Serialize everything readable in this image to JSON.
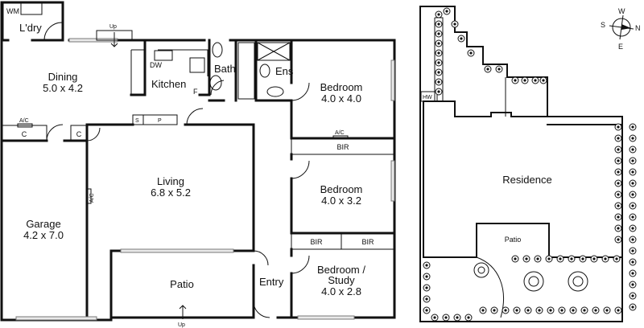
{
  "floorplan": {
    "rooms": {
      "laundry": "L'dry",
      "dining": "Dining",
      "dining_dims": "5.0 x 4.2",
      "kitchen": "Kitchen",
      "bath": "Bath",
      "ensuite": "Ens",
      "bedroom1": "Bedroom",
      "bedroom1_dims": "4.0 x 4.0",
      "living": "Living",
      "living_dims": "6.8 x 5.2",
      "bedroom2": "Bedroom",
      "bedroom2_dims": "4.0 x 3.2",
      "garage": "Garage",
      "garage_dims": "4.2 x 7.0",
      "patio": "Patio",
      "entry": "Entry",
      "bedroom3_line1": "Bedroom /",
      "bedroom3_line2": "Study",
      "bedroom3_dims": "4.0 x 2.8"
    },
    "labels": {
      "wm": "WM",
      "up_top": "Up",
      "up_bottom": "Up",
      "dw": "DW",
      "fridge": "F",
      "ac_dining": "A/C",
      "cupboard_left": "C",
      "cupboard_right": "C",
      "ac_bedroom": "A/C",
      "bir_bedroom1": "BIR",
      "ac_living": "A/C",
      "bir_a": "BIR",
      "bir_b": "BIR",
      "s": "S",
      "p": "P"
    }
  },
  "siteplan": {
    "residence": "Residence",
    "patio": "Patio",
    "hw": "HW",
    "compass": {
      "n": "N",
      "s": "S",
      "e": "E",
      "w": "W"
    }
  }
}
